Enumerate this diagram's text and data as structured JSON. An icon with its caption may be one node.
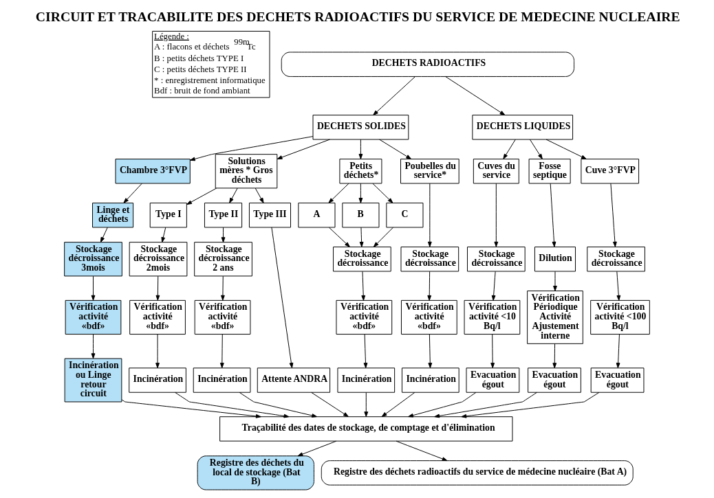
{
  "diagram": {
    "title": "CIRCUIT ET TRACABILITE DES DECHETS RADIOACTIFS DU SERVICE DE MEDECINE NUCLEAIRE",
    "nodes": [
      {
        "text": [
          "DECHETS RADIOACTIFS"
        ]
      },
      {
        "text": [
          "DECHETS SOLIDES"
        ]
      },
      {
        "text": [
          "DECHETS LIQUIDES"
        ]
      },
      {
        "text": [
          "Chambre 3°FVP"
        ]
      },
      {
        "text": [
          "Solutions mères * Gros déchets"
        ]
      },
      {
        "text": [
          "Petits déchets*"
        ]
      },
      {
        "text": [
          "Poubelles du service*"
        ]
      },
      {
        "text": [
          "Cuves du service"
        ]
      },
      {
        "text": [
          "Fosse septique"
        ]
      },
      {
        "text": [
          "Cuve 3°FVP"
        ]
      },
      {
        "text": [
          "Linge et déchets"
        ]
      },
      {
        "text": [
          "Type I"
        ]
      },
      {
        "text": [
          "Type II"
        ]
      },
      {
        "text": [
          "Type III"
        ]
      },
      {
        "text": [
          "A"
        ]
      },
      {
        "text": [
          "B"
        ]
      },
      {
        "text": [
          "C"
        ]
      },
      {
        "text": [
          "Stockage décroissance 3mois"
        ]
      },
      {
        "text": [
          "Stockage décroissance 2mois"
        ]
      },
      {
        "text": [
          "Stockage décroissance 2 ans"
        ]
      },
      {
        "text": [
          "Stockage décroissance"
        ]
      },
      {
        "text": [
          "Stockage décroissance"
        ]
      },
      {
        "text": [
          "Stockage décroissance"
        ]
      },
      {
        "text": [
          "Dilution"
        ]
      },
      {
        "text": [
          "Stockage décroissance"
        ]
      },
      {
        "text": [
          "Vérification activité «bdf»"
        ]
      },
      {
        "text": [
          "Vérification activité «bdf»"
        ]
      },
      {
        "text": [
          "Vérification activité «bdf»"
        ]
      },
      {
        "text": [
          "Vérification activité «bdf»"
        ]
      },
      {
        "text": [
          "Vérification activité «bdf»"
        ]
      },
      {
        "text": [
          "Vérification activité <10 Bq/l"
        ]
      },
      {
        "text": [
          "Vérification Périodique Activité",
          "Ajustement interne"
        ]
      },
      {
        "text": [
          "Vérification activité <100 Bq/l"
        ]
      },
      {
        "text": [
          "Incinération ou Linge retour circuit"
        ]
      },
      {
        "text": [
          "Incinération"
        ]
      },
      {
        "text": [
          "Incinération"
        ]
      },
      {
        "text": [
          "Attente ANDRA"
        ]
      },
      {
        "text": [
          "Incinération"
        ]
      },
      {
        "text": [
          "Incinération"
        ]
      },
      {
        "text": [
          "Evacuation égout"
        ]
      },
      {
        "text": [
          "Evacuation égout"
        ]
      },
      {
        "text": [
          "Evacuation égout"
        ]
      },
      {
        "text": [
          "Traçabilité des dates de stockage, de comptage et d'élimination"
        ]
      },
      {
        "text": [
          "Registre des déchets du local de stockage (Bat B)"
        ]
      },
      {
        "text": [
          "Registre des déchets radioactifs du service de médecine nucléaire (Bat A)"
        ]
      }
    ],
    "edges": [
      {
        "from": 0,
        "to": 1,
        "arrow": "to"
      },
      {
        "from": 0,
        "to": 2,
        "arrow": "to"
      },
      {
        "from": 1,
        "to": 3,
        "arrow": "to"
      },
      {
        "from": 1,
        "to": 4,
        "arrow": "to"
      },
      {
        "from": 1,
        "to": 5,
        "arrow": "to"
      },
      {
        "from": 1,
        "to": 6,
        "arrow": "to"
      },
      {
        "from": 2,
        "to": 7,
        "arrow": "to"
      },
      {
        "from": 2,
        "to": 8,
        "arrow": "to"
      },
      {
        "from": 2,
        "to": 9,
        "arrow": "to"
      },
      {
        "from": 3,
        "to": 10,
        "arrow": "to"
      },
      {
        "from": 4,
        "to": 11,
        "arrow": "to"
      },
      {
        "from": 4,
        "to": 12,
        "arrow": "to"
      },
      {
        "from": 4,
        "to": 13,
        "arrow": "to"
      },
      {
        "from": 5,
        "to": 14,
        "arrow": "to"
      },
      {
        "from": 5,
        "to": 15,
        "arrow": "to"
      },
      {
        "from": 5,
        "to": 16,
        "arrow": "to"
      },
      {
        "from": 6,
        "to": 21,
        "arrow": "to"
      },
      {
        "from": 7,
        "to": 22,
        "arrow": "to"
      },
      {
        "from": 8,
        "to": 23,
        "arrow": "to"
      },
      {
        "from": 9,
        "to": 24,
        "arrow": "to"
      },
      {
        "from": 10,
        "to": 17,
        "arrow": "to"
      },
      {
        "from": 11,
        "to": 18,
        "arrow": "to"
      },
      {
        "from": 12,
        "to": 19,
        "arrow": "to"
      },
      {
        "from": 13,
        "to": 36,
        "arrow": "to"
      },
      {
        "from": 14,
        "to": 20,
        "arrow": "to"
      },
      {
        "from": 15,
        "to": 20,
        "arrow": "to"
      },
      {
        "from": 16,
        "to": 20,
        "arrow": "to"
      },
      {
        "from": 17,
        "to": 25,
        "arrow": "to"
      },
      {
        "from": 18,
        "to": 26,
        "arrow": "to"
      },
      {
        "from": 19,
        "to": 27,
        "arrow": "to"
      },
      {
        "from": 20,
        "to": 28,
        "arrow": "to"
      },
      {
        "from": 21,
        "to": 29,
        "arrow": "to"
      },
      {
        "from": 22,
        "to": 30,
        "arrow": "to"
      },
      {
        "from": 23,
        "to": 31,
        "arrow": "to"
      },
      {
        "from": 24,
        "to": 32,
        "arrow": "to"
      },
      {
        "from": 25,
        "to": 33,
        "arrow": "to"
      },
      {
        "from": 26,
        "to": 34,
        "arrow": "to"
      },
      {
        "from": 27,
        "to": 35,
        "arrow": "to"
      },
      {
        "from": 28,
        "to": 37,
        "arrow": "to"
      },
      {
        "from": 29,
        "to": 38,
        "arrow": "to"
      },
      {
        "from": 30,
        "to": 39,
        "arrow": "to"
      },
      {
        "from": 31,
        "to": 40,
        "arrow": "to"
      },
      {
        "from": 32,
        "to": 41,
        "arrow": "to"
      },
      {
        "from": 33,
        "to": 42,
        "arrow": "to"
      },
      {
        "from": 34,
        "to": 42,
        "arrow": "to"
      },
      {
        "from": 35,
        "to": 42,
        "arrow": "to"
      },
      {
        "from": 36,
        "to": 42,
        "arrow": "to"
      },
      {
        "from": 37,
        "to": 42,
        "arrow": "to"
      },
      {
        "from": 38,
        "to": 42,
        "arrow": "to"
      },
      {
        "from": 39,
        "to": 42,
        "arrow": "to"
      },
      {
        "from": 40,
        "to": 42,
        "arrow": "to"
      },
      {
        "from": 41,
        "to": 42,
        "arrow": "to"
      },
      {
        "from": 42,
        "to": 43,
        "arrow": "to"
      },
      {
        "from": 42,
        "to": 44,
        "arrow": "to"
      }
    ],
    "labels": [
      "Légende :",
      "A : flacons et déchets $^{99m}$Tc",
      "B : petits déchets TYPE I",
      "C : petits déchets TYPE II",
      "* : enregistrement informatique",
      "Bdf : bruit de fond ambiant"
    ]
  }
}
